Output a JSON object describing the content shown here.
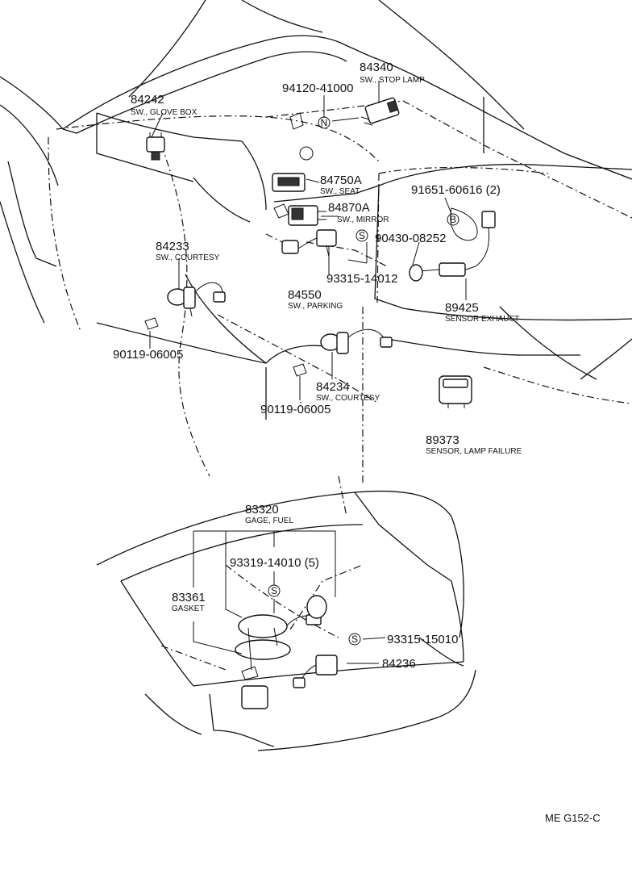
{
  "parts": [
    {
      "number": "84340",
      "name": "SW., STOP LAMP"
    },
    {
      "number": "94120-41000",
      "name": ""
    },
    {
      "number": "84242",
      "name": "SW., GLOVE BOX"
    },
    {
      "number": "84750A",
      "name": "SW., SEAT"
    },
    {
      "number": "91651-60616 (2)",
      "name": ""
    },
    {
      "number": "84870A",
      "name": "SW., MIRROR"
    },
    {
      "number": "90430-08252",
      "name": ""
    },
    {
      "number": "84233",
      "name": "SW., COURTESY"
    },
    {
      "number": "93315-14012",
      "name": ""
    },
    {
      "number": "84550",
      "name": "SW., PARKING"
    },
    {
      "number": "89425",
      "name": "SENSOR EXHAUST"
    },
    {
      "number": "90119-06005",
      "name": ""
    },
    {
      "number": "84234",
      "name": "SW., COURTESY"
    },
    {
      "number": "90119-06005",
      "name": ""
    },
    {
      "number": "89373",
      "name": "SENSOR, LAMP FAILURE"
    },
    {
      "number": "83320",
      "name": "GAGE, FUEL"
    },
    {
      "number": "93319-14010 (5)",
      "name": ""
    },
    {
      "number": "83361",
      "name": "GASKET"
    },
    {
      "number": "93315-15010",
      "name": ""
    },
    {
      "number": "84236",
      "name": ""
    }
  ],
  "symbols": {
    "n": "N",
    "b": "B",
    "s": "S"
  },
  "figure_ref": "ME G152-C"
}
